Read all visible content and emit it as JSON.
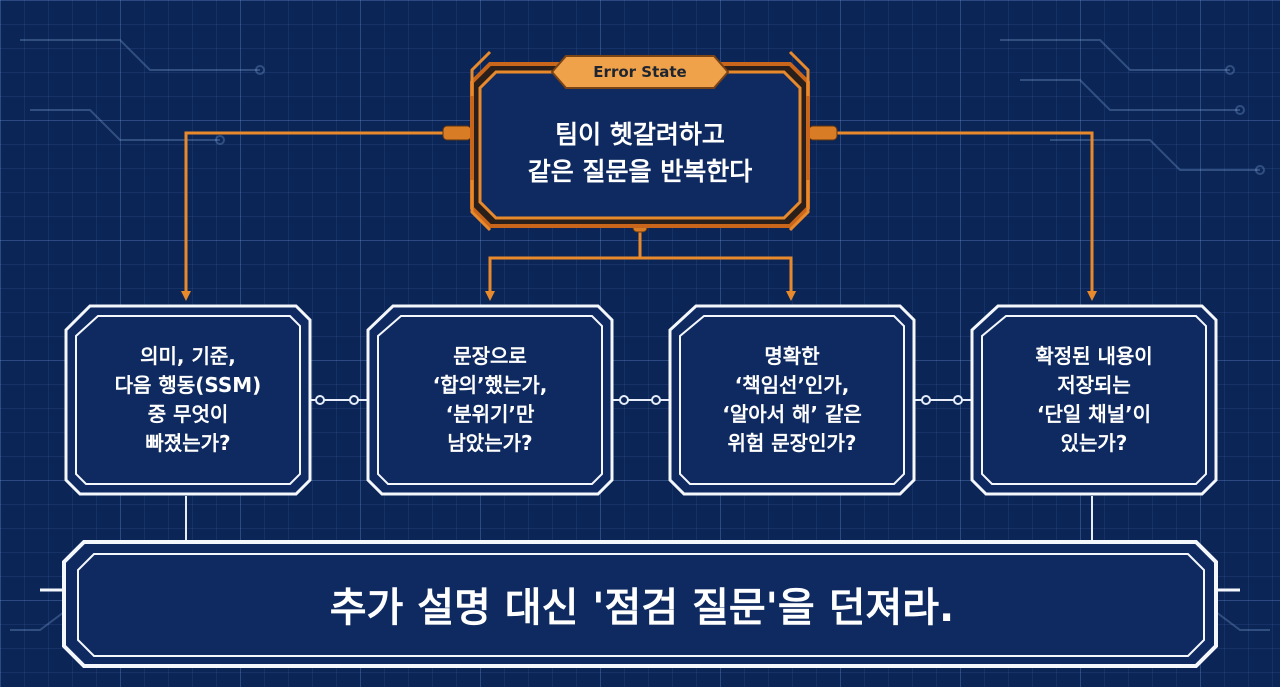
{
  "error_state": {
    "badge": "Error State",
    "lines": [
      "팀이 헷갈려하고",
      "같은 질문을 반복한다"
    ]
  },
  "checks": [
    {
      "lines": [
        "의미, 기준,",
        "다음 행동(SSM)",
        "중 무엇이",
        "빠졌는가?"
      ]
    },
    {
      "lines": [
        "문장으로",
        "‘합의’했는가,",
        "‘분위기’만",
        "남았는가?"
      ]
    },
    {
      "lines": [
        "명확한",
        "‘책임선’인가,",
        "‘알아서 해’ 같은",
        "위험 문장인가?"
      ]
    },
    {
      "lines": [
        "확정된 내용이",
        "저장되는",
        "‘단일 채널’이",
        "있는가?"
      ]
    }
  ],
  "conclusion": "추가 설명 대신 '점검 질문'을 던져라.",
  "colors": {
    "background": "#0b2557",
    "accent_orange": "#e88a2c",
    "card_border": "#ffffff",
    "badge_fill": "#f0a24a"
  }
}
